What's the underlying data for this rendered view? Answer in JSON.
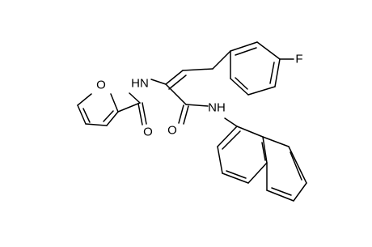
{
  "molecule": {
    "atom_labels": {
      "furan_oxygen": "O",
      "amide1_nh": "HN",
      "amide1_carbonyl_o": "O",
      "fluorine": "F",
      "amide2_carbonyl_o": "O",
      "amide2_nh": "NH"
    },
    "colors": {
      "bond": "#000000",
      "label": "#000000",
      "background": "#ffffff"
    }
  }
}
